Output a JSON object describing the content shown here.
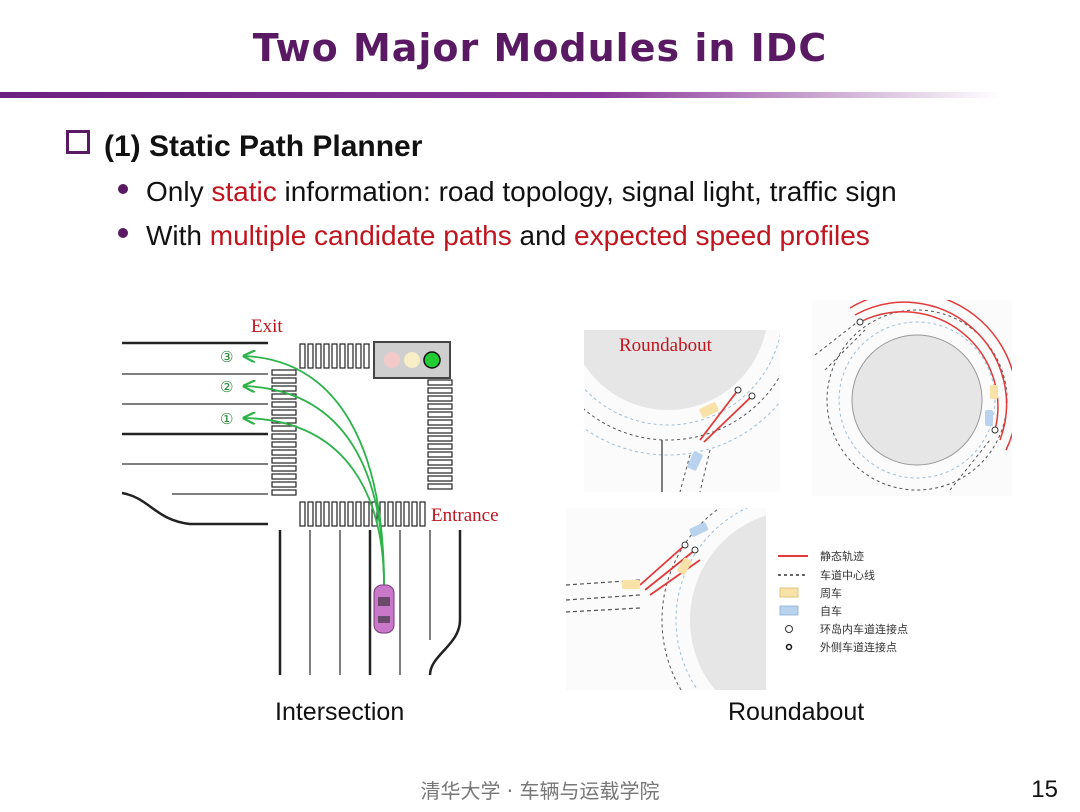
{
  "title": "Two Major Modules in IDC",
  "section": "(1) Static Path Planner",
  "bullets": [
    {
      "pre": "Only ",
      "hl": "static",
      "post": " information: road topology, signal light, traffic sign"
    },
    {
      "pre": "With ",
      "hl1": "multiple candidate paths",
      "mid": " and ",
      "hl2": "expected speed profiles"
    }
  ],
  "intersection": {
    "exit_label": "Exit",
    "entrance_label": "Entrance",
    "path_labels": [
      "③",
      "②",
      "①"
    ],
    "caption": "Intersection"
  },
  "roundabout": {
    "label": "Roundabout",
    "caption": "Roundabout",
    "legend": [
      "静态轨迹",
      "车道中心线",
      "周车",
      "自车",
      "环岛内车道连接点",
      "外侧车道连接点"
    ]
  },
  "colors": {
    "accent": "#5a1a63",
    "highlight": "#c0141e",
    "path": "#2db34a"
  },
  "footer": "清华大学 · 车辆与运载学院",
  "page_number": "15"
}
